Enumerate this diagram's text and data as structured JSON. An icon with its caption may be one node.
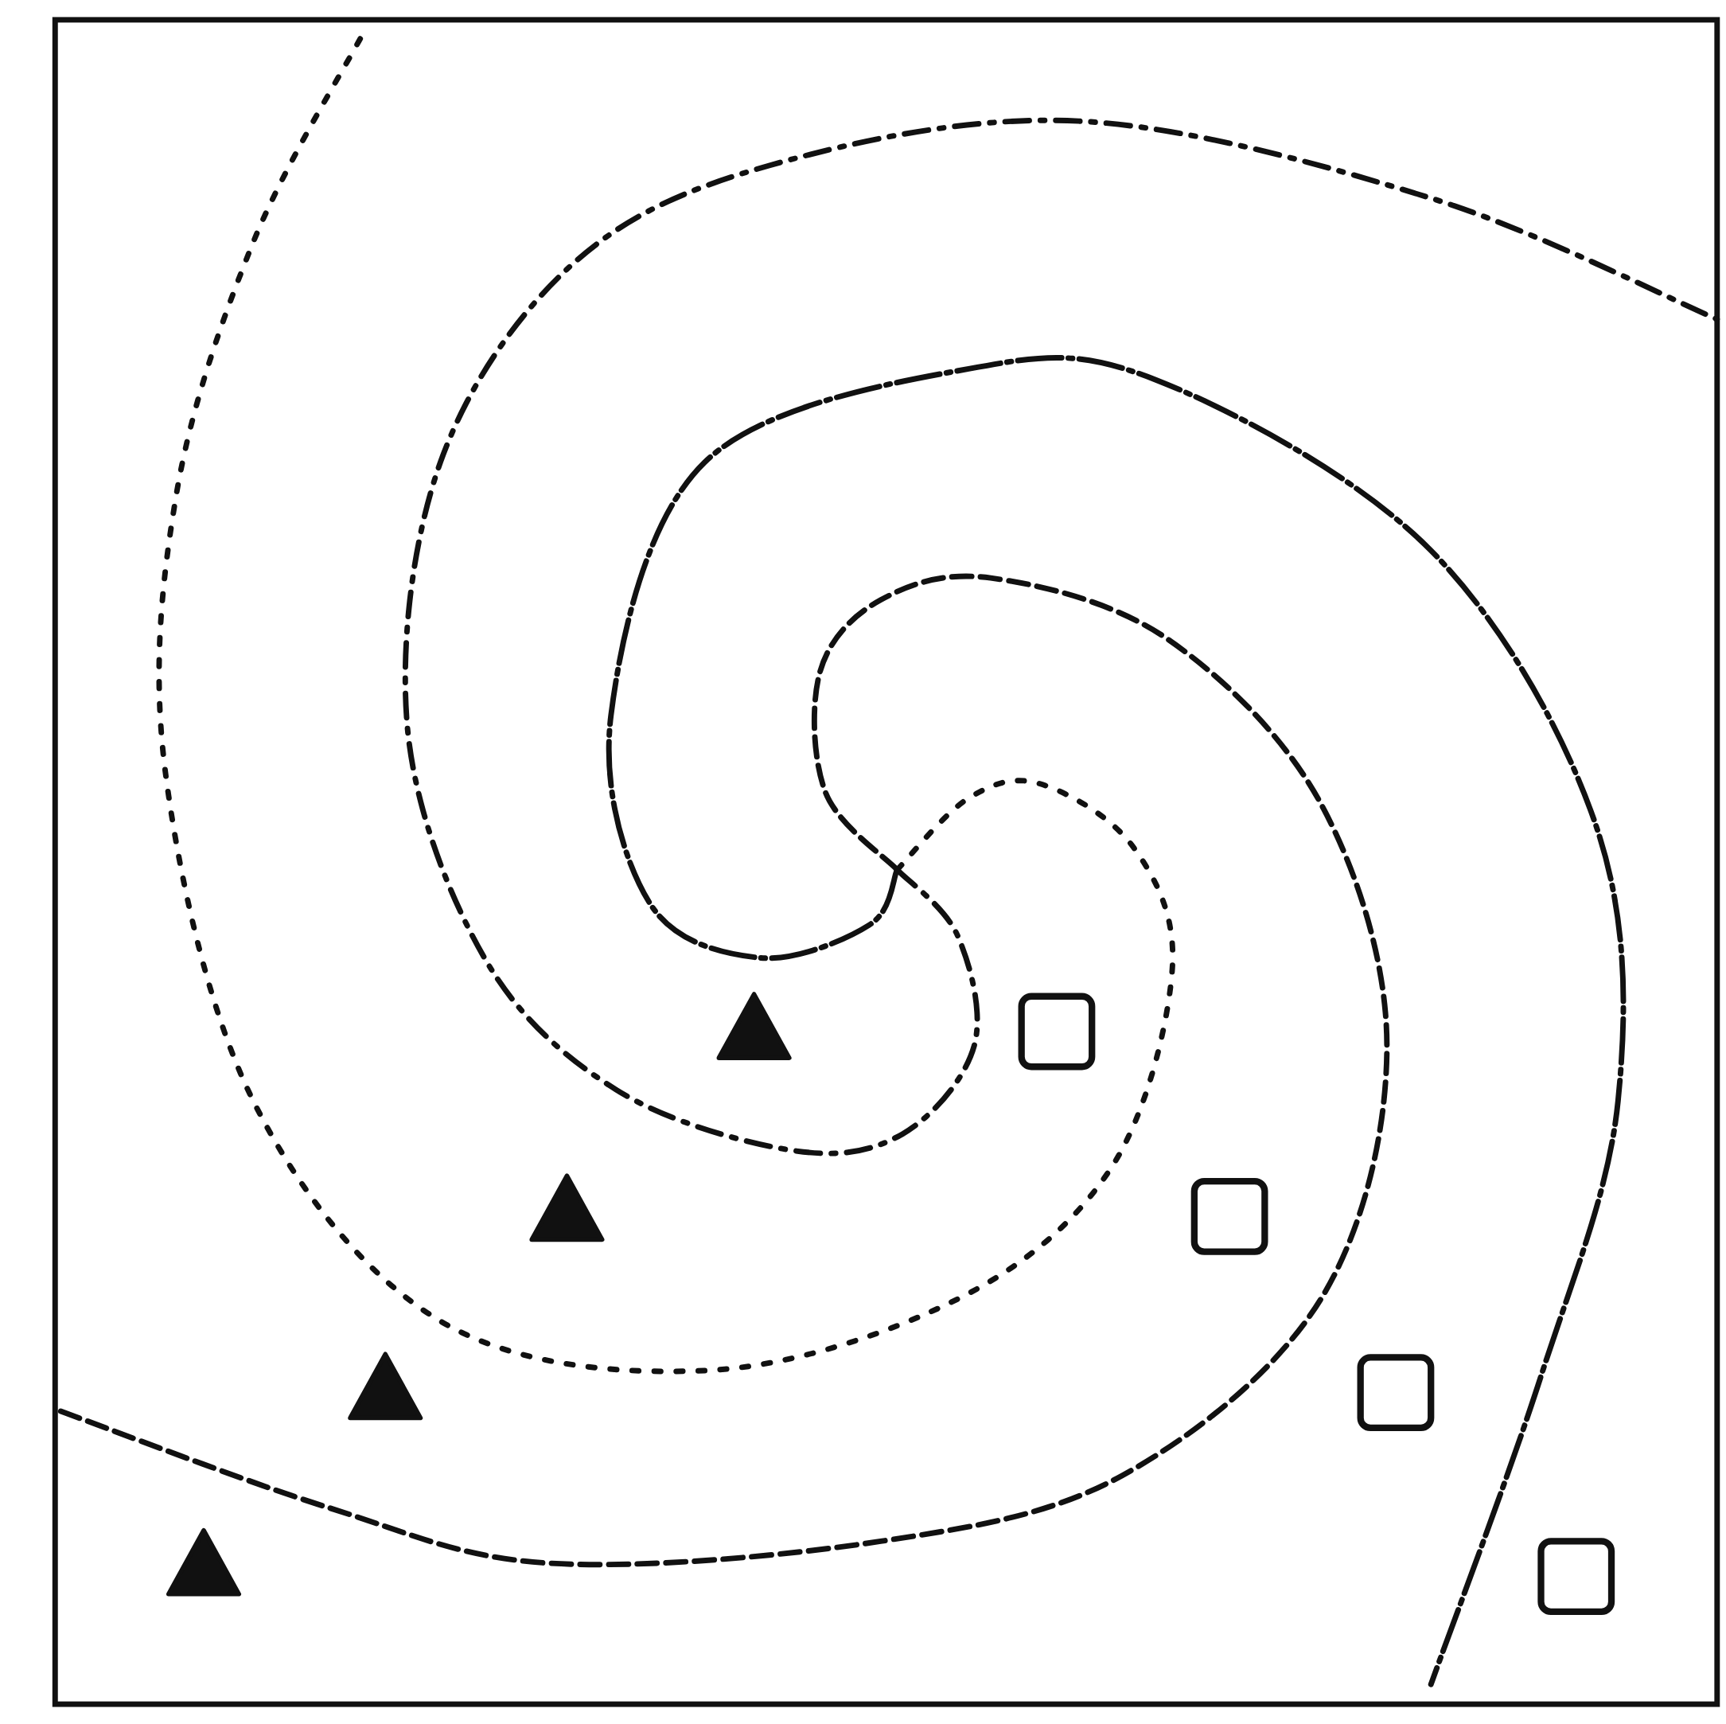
{
  "diagram": {
    "nodes": [
      {
        "text": [],
        "shape": "triangle"
      },
      {
        "text": [],
        "shape": "triangle"
      },
      {
        "text": [],
        "shape": "triangle"
      },
      {
        "text": [],
        "shape": "triangle"
      },
      {
        "text": [],
        "shape": "box"
      },
      {
        "text": [],
        "shape": "box"
      },
      {
        "text": [],
        "shape": "box"
      },
      {
        "text": [],
        "shape": "box"
      }
    ]
  }
}
